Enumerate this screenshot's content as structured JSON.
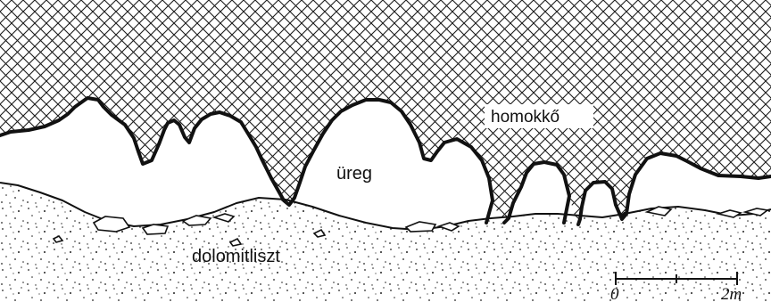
{
  "labels": {
    "rock": "homokkő",
    "cavity": "üreg",
    "floor": "dolomitliszt"
  },
  "scale_bar": {
    "start": "0",
    "end": "2m"
  },
  "colors": {
    "ink": "#111111",
    "paper": "#ffffff"
  }
}
